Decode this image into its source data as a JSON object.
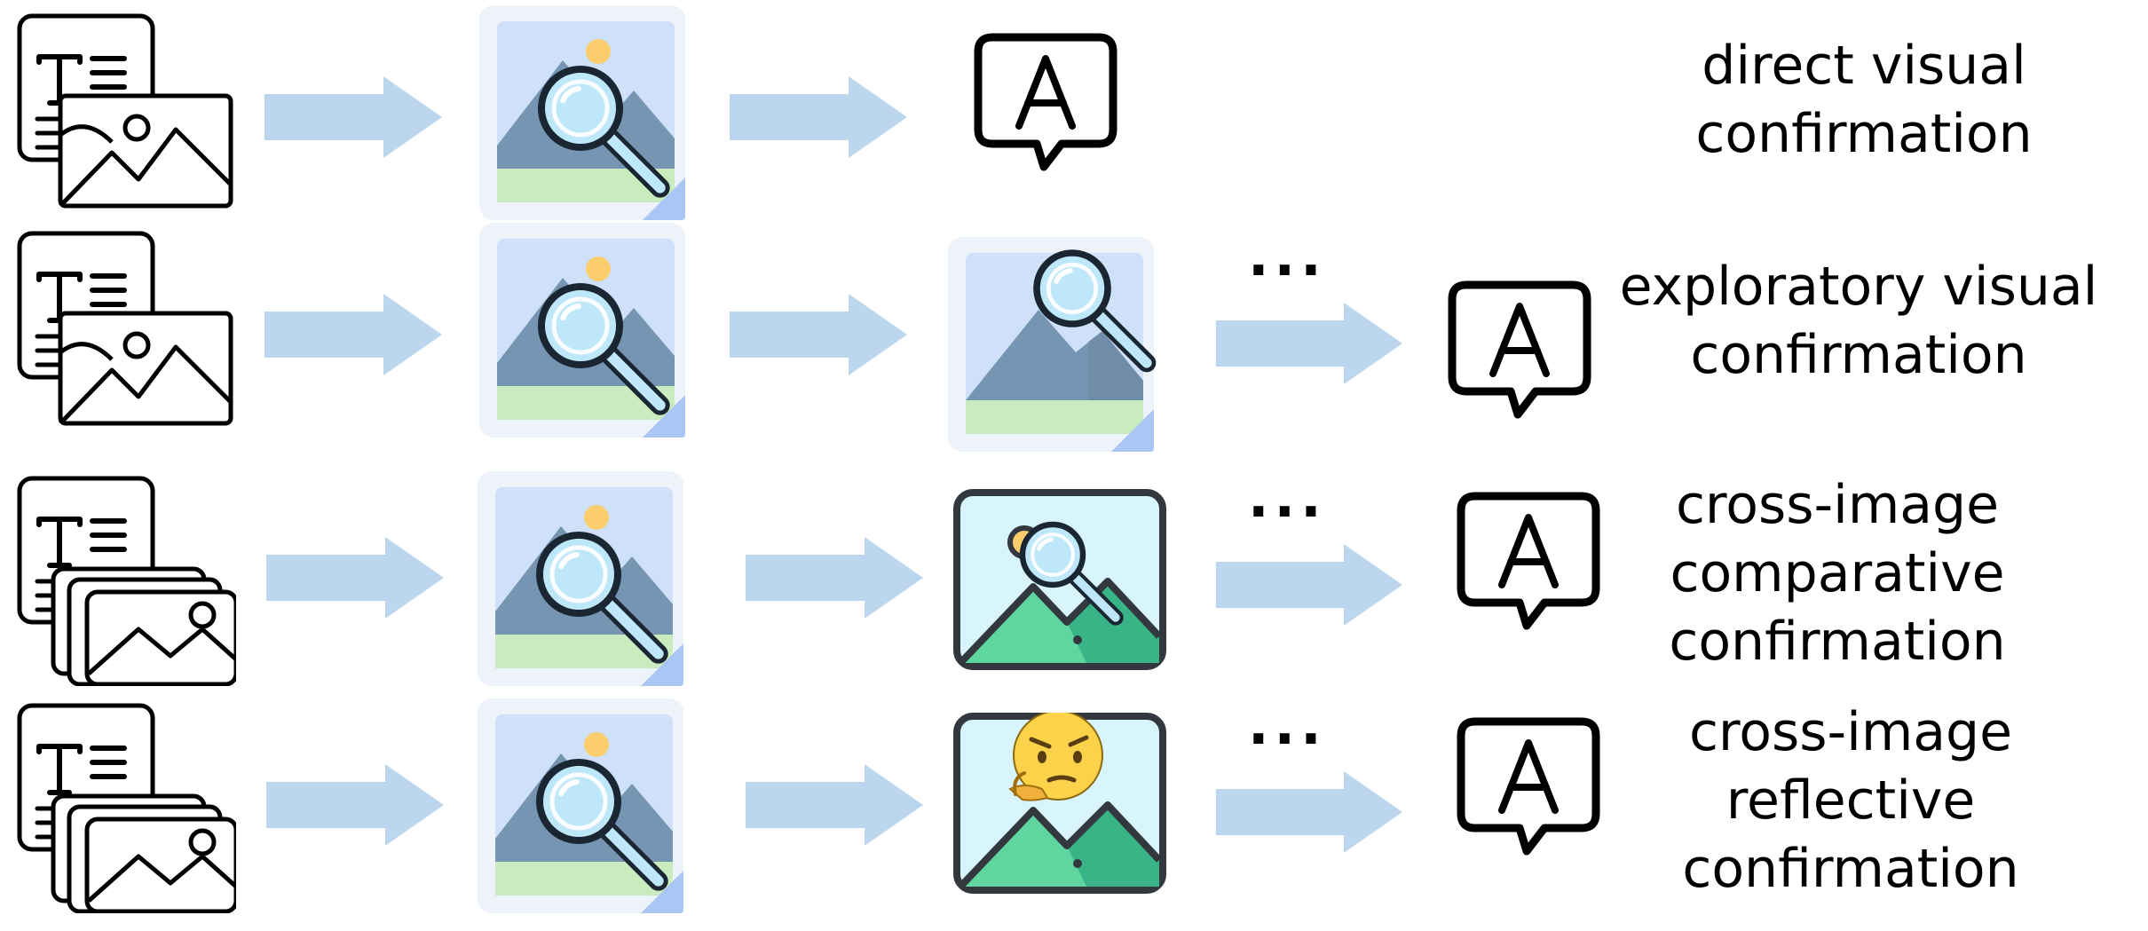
{
  "rows": [
    {
      "id": "direct",
      "label_lines": [
        "direct visual",
        "confirmation"
      ],
      "input": "single-image",
      "steps": [
        "zoom-image"
      ],
      "ellipsis": "",
      "answer_letter": "A"
    },
    {
      "id": "exploratory",
      "label_lines": [
        "exploratory visual",
        "confirmation"
      ],
      "input": "single-image",
      "steps": [
        "zoom-image",
        "zoom-image-offset"
      ],
      "ellipsis": "...",
      "answer_letter": "A"
    },
    {
      "id": "comparative",
      "label_lines": [
        "cross-image",
        "comparative",
        "confirmation"
      ],
      "input": "multi-image",
      "steps": [
        "zoom-image",
        "framed-image-magnifier"
      ],
      "ellipsis": "...",
      "answer_letter": "A"
    },
    {
      "id": "reflective",
      "label_lines": [
        "cross-image",
        "reflective",
        "confirmation"
      ],
      "input": "multi-image",
      "steps": [
        "zoom-image",
        "framed-image-thinking"
      ],
      "ellipsis": "...",
      "answer_letter": "A"
    }
  ],
  "colors": {
    "arrow": "#bcd6ee",
    "sky": "#cfe0f9",
    "mountain": "#7595b3",
    "grass": "#c9ebbd",
    "sun": "#fbcd6c",
    "lens_fill": "#bfe7fa",
    "outline": "#1a2732",
    "frame_sky": "#d8f4fc",
    "frame_mountain_light": "#5fd6a0",
    "frame_mountain_dark": "#38b486",
    "emoji": "#fbd24a"
  },
  "icons": {
    "input_single": "text-and-image-doc-icon",
    "input_multi": "text-and-image-stack-icon",
    "step_zoom": "image-magnifier-icon",
    "answer": "speech-bubble-answer-icon",
    "thinking": "thinking-face-icon"
  }
}
